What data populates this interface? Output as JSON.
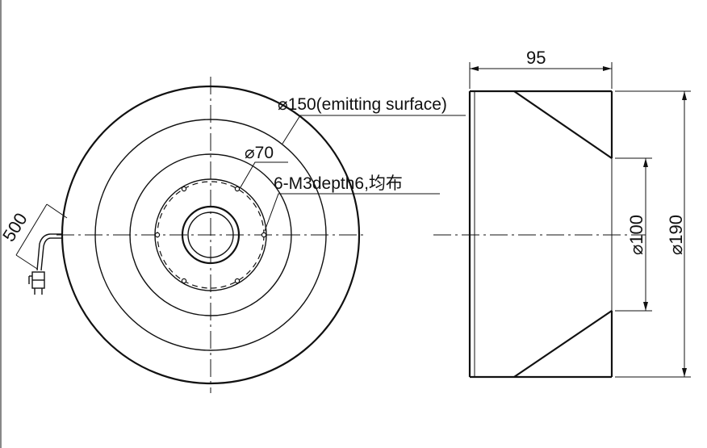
{
  "front_view": {
    "annotations": {
      "emitting_surface": "⌀150(emitting surface)",
      "inner_diameter": "⌀70",
      "holes": "6-M3depth6,均布",
      "cable_length": "500"
    }
  },
  "side_view": {
    "annotations": {
      "length": "95",
      "small_diameter": "⌀100",
      "outer_diameter": "⌀190"
    }
  }
}
